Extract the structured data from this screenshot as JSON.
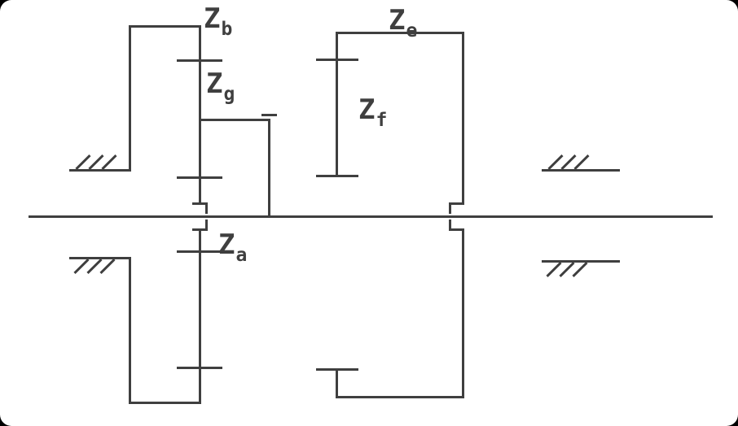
{
  "labels": {
    "zb": {
      "main": "Z",
      "sub": "b"
    },
    "zg": {
      "main": "Z",
      "sub": "g"
    },
    "za": {
      "main": "Z",
      "sub": "a"
    },
    "ze": {
      "main": "Z",
      "sub": "e"
    },
    "zf": {
      "main": "Z",
      "sub": "f"
    }
  },
  "colors": {
    "line": "#3f3f3f",
    "background": "#ffffff",
    "frame": "#000000"
  }
}
